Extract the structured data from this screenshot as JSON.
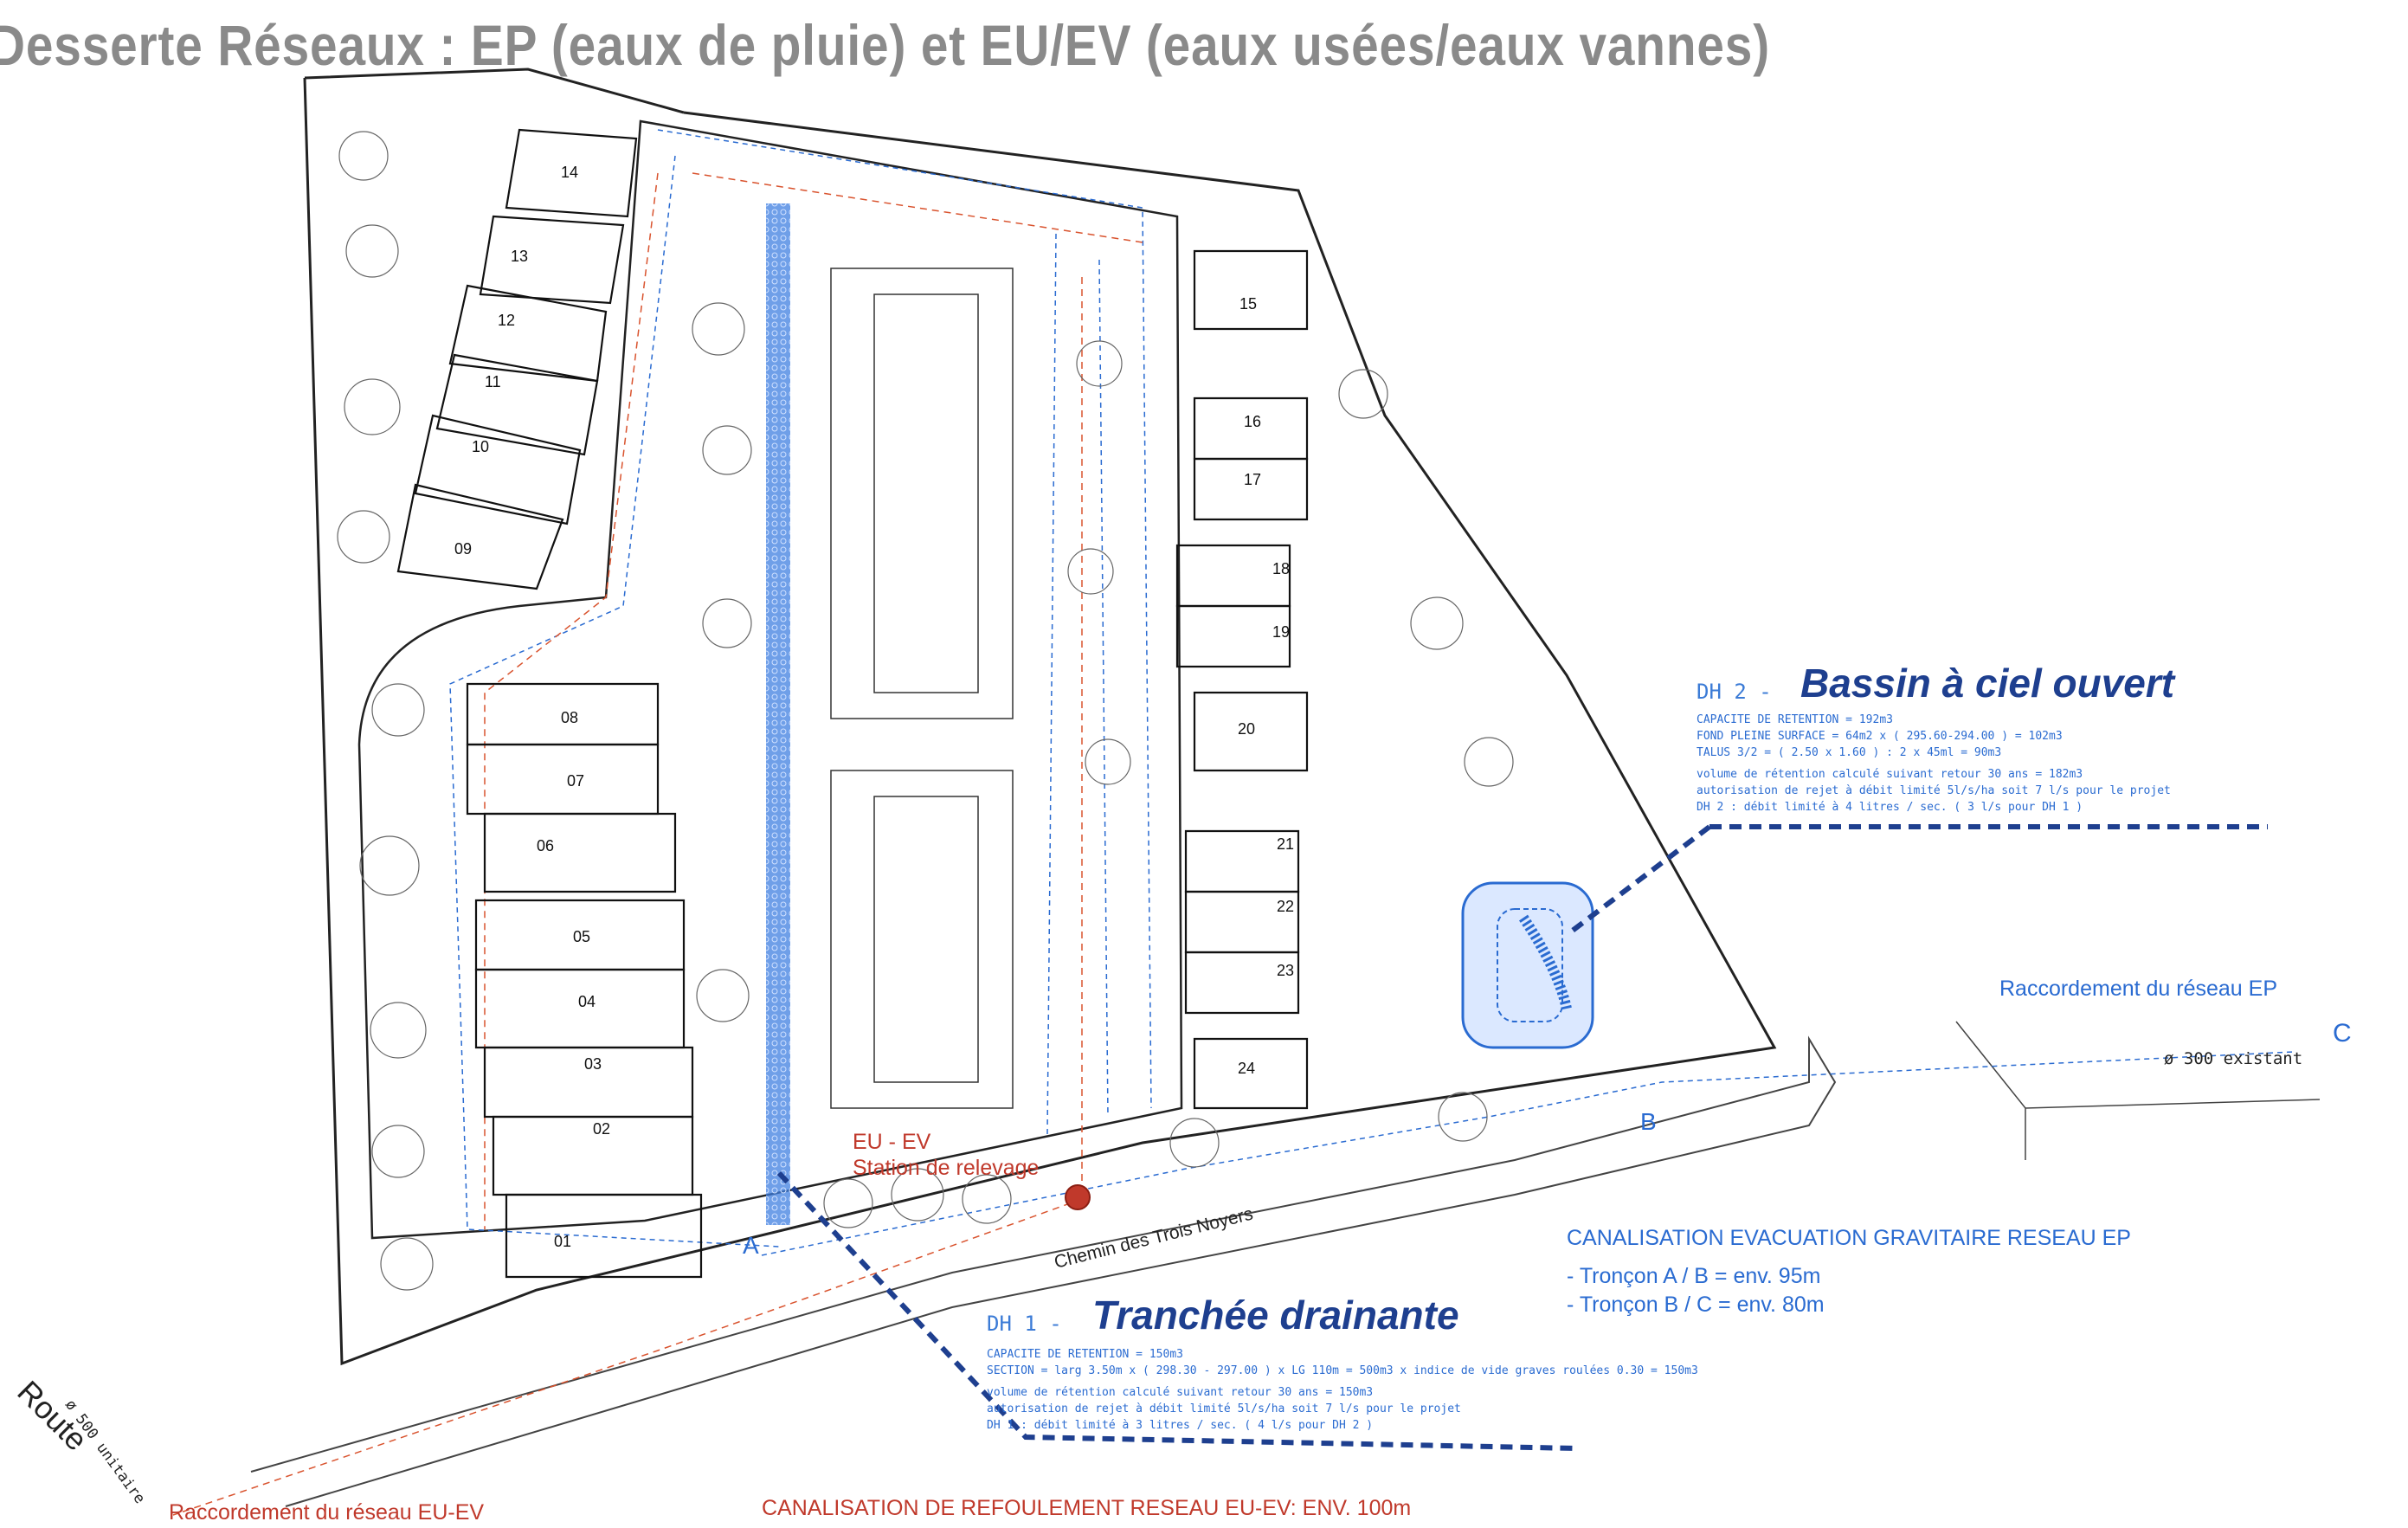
{
  "title": "Desserte Réseaux  :  EP (eaux de pluie) et EU/EV (eaux usées/eaux vannes)",
  "lots": [
    "01",
    "02",
    "03",
    "04",
    "05",
    "06",
    "07",
    "08",
    "09",
    "10",
    "11",
    "12",
    "13",
    "14",
    "15",
    "16",
    "17",
    "18",
    "19",
    "20",
    "21",
    "22",
    "23",
    "24"
  ],
  "dh2": {
    "code": "DH 2 -",
    "heading": "Bassin à ciel ouvert",
    "lines": [
      "CAPACITE DE RETENTION = 192m3",
      "FOND PLEINE SURFACE = 64m2 x ( 295.60-294.00 ) = 102m3",
      "TALUS 3/2 = ( 2.50 x 1.60 ) : 2 x 45ml = 90m3",
      "volume de rétention calculé suivant retour 30 ans = 182m3",
      "autorisation de rejet à débit limité 5l/s/ha soit 7 l/s pour le projet",
      "DH 2 : débit limité à 4 litres / sec. ( 3 l/s pour DH 1 )"
    ]
  },
  "dh1": {
    "code": "DH 1 -",
    "heading": "Tranchée drainante",
    "lines": [
      "CAPACITE DE RETENTION = 150m3",
      "SECTION = larg 3.50m x ( 298.30 - 297.00 ) x LG 110m = 500m3 x indice de vide graves roulées 0.30 = 150m3",
      "volume de rétention calculé suivant retour 30 ans = 150m3",
      "autorisation de rejet à débit limité 5l/s/ha soit 7 l/s pour le projet",
      "DH 1 : débit limité à 3 litres / sec. ( 4 l/s pour DH 2 )"
    ]
  },
  "canal_ep": {
    "title": "CANALISATION EVACUATION GRAVITAIRE RESEAU EP",
    "items": [
      "- Tronçon A / B = env. 95m",
      "- Tronçon B / C = env. 80m"
    ]
  },
  "raccord_ep": "Raccordement du réseau EP",
  "raccord_eu": "Raccordement du réseau EU-EV",
  "refoulement": "CANALISATION DE REFOULEMENT RESEAU EU-EV: ENV. 100m",
  "station": {
    "title": "EU - EV",
    "subtitle": "Station de relevage"
  },
  "existing": "ø 300 existant",
  "unitaire": "ø 500 unitaire",
  "road": "Route",
  "chemin": "Chemin des Trois Noyers",
  "points": {
    "a": "A",
    "b": "B",
    "c": "C"
  },
  "colors": {
    "ep": "#2a6bd1",
    "eu": "#c0392b",
    "dh": "#1e3f8f",
    "title": "#8a8a8a"
  }
}
